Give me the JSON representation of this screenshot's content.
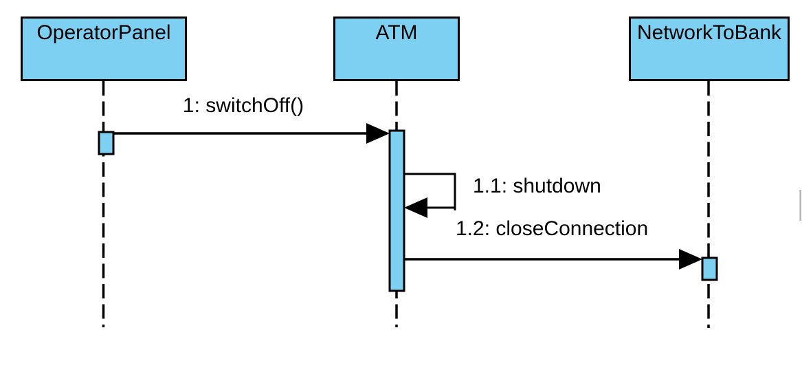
{
  "diagram": {
    "type": "uml-sequence-diagram",
    "colors": {
      "actor-fill": "#7DD0F2",
      "stroke": "#000000",
      "label-color": "#000000",
      "scrollbar": "#9f9f9f"
    },
    "actors": [
      {
        "name": "OperatorPanel"
      },
      {
        "name": "ATM"
      },
      {
        "name": "NetworkToBank"
      }
    ],
    "messages": [
      {
        "label": "1: switchOff()",
        "from": "OperatorPanel",
        "to": "ATM",
        "kind": "call"
      },
      {
        "label": "1.1: shutdown",
        "from": "ATM",
        "to": "ATM",
        "kind": "self-call"
      },
      {
        "label": "1.2: closeConnection",
        "from": "ATM",
        "to": "NetworkToBank",
        "kind": "call"
      }
    ]
  }
}
